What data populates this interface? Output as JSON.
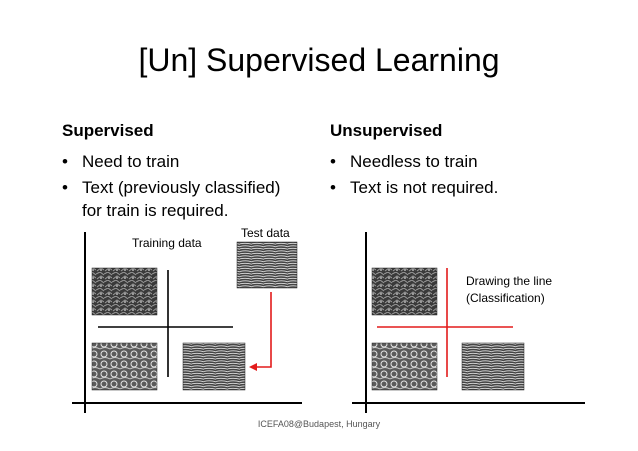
{
  "slide": {
    "title": "[Un] Supervised Learning",
    "left": {
      "heading": "Supervised",
      "bullets": [
        "Need to train",
        "Text (previously classified)",
        "for train is required."
      ],
      "label_training": "Training data",
      "label_test": "Test data"
    },
    "right": {
      "heading": "Unsupervised",
      "bullets": [
        "Needless to train",
        "Text is not required."
      ],
      "label_line1": "Drawing the line",
      "label_line2": "(Classification)"
    },
    "footer": "ICEFA08@Budapest, Hungary",
    "colors": {
      "arrow": "#e31b1b",
      "axis": "#000000"
    }
  }
}
